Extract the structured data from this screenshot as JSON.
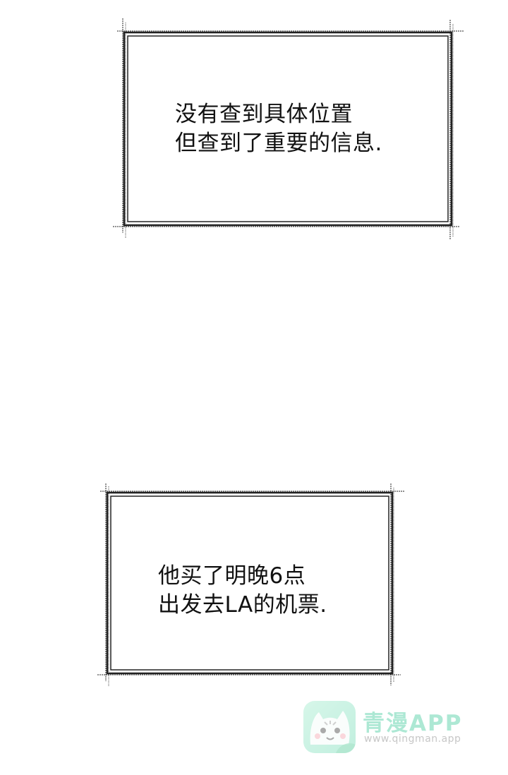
{
  "panels": [
    {
      "lines": [
        "没有查到具体位置",
        "但查到了重要的信息."
      ]
    },
    {
      "lines": [
        "他买了明晚6点",
        "出发去LA的机票."
      ]
    }
  ],
  "watermark": {
    "title": "青漫APP",
    "url": "www.qingman.app",
    "logo_icon": "cat-face-icon",
    "brand_color": "#9fe4cd"
  }
}
